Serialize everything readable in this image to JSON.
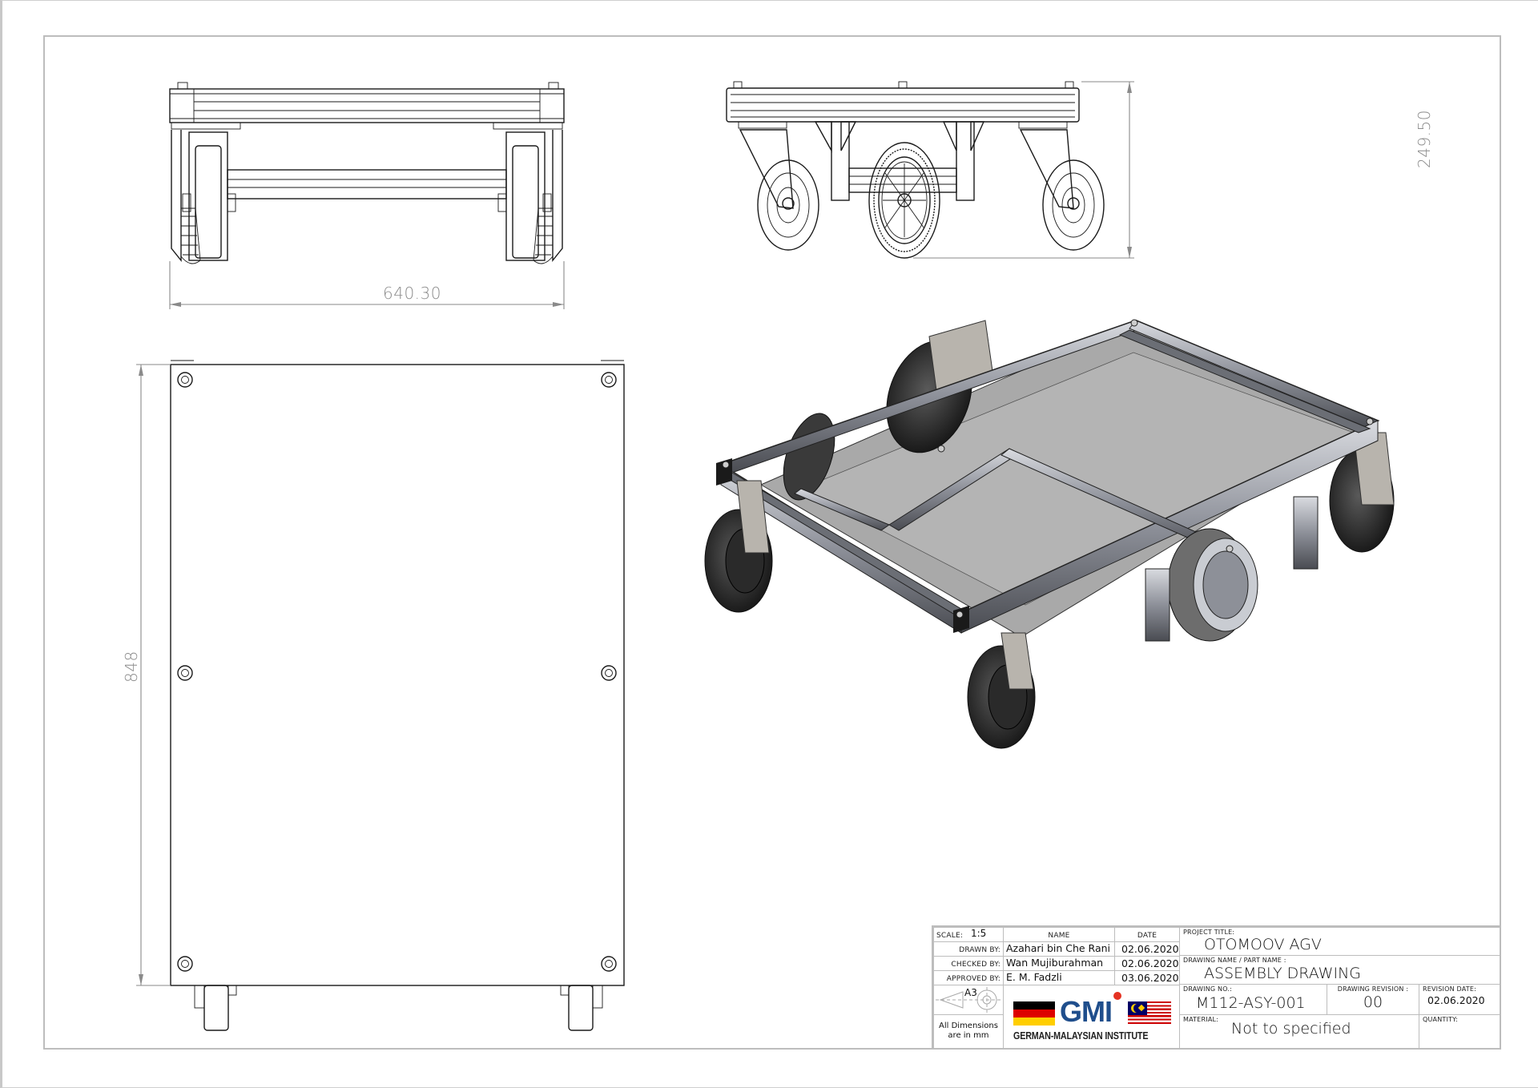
{
  "drawing": {
    "title_block": {
      "scale_label": "SCALE:",
      "scale_value": "1:5",
      "name_header": "NAME",
      "date_header": "DATE",
      "rows": [
        {
          "role": "DRAWN BY:",
          "name": "Azahari bin Che Rani",
          "date": "02.06.2020"
        },
        {
          "role": "CHECKED BY:",
          "name": "Wan Mujiburahman",
          "date": "02.06.2020"
        },
        {
          "role": "APPROVED BY:",
          "name": "E. M. Fadzli",
          "date": "03.06.2020"
        }
      ],
      "sheet_size": "A3",
      "units_note_line1": "All Dimensions",
      "units_note_line2": "are in mm",
      "logo_text": "GMI",
      "institute_name": "GERMAN-MALAYSIAN INSTITUTE",
      "project_title_label": "PROJECT TITLE:",
      "project_title": "OTOMOOV AGV",
      "drawing_name_label": "DRAWING NAME / PART NAME :",
      "drawing_name": "ASSEMBLY DRAWING",
      "drawing_no_label": "DRAWING NO.:",
      "drawing_no": "M112-ASY-001",
      "revision_label": "DRAWING REVISION :",
      "revision": "00",
      "revision_date_label": "REVISION DATE:",
      "revision_date": "02.06.2020",
      "material_label": "MATERIAL:",
      "material": "Not to specified",
      "quantity_label": "QUANTITY:",
      "quantity": ""
    },
    "views": {
      "front_view": {
        "dimension_width": "640.30"
      },
      "side_view": {
        "dimension_height": "249.50"
      },
      "top_view": {
        "dimension_length": "848"
      },
      "isometric_view": {
        "label": ""
      }
    },
    "colors": {
      "frame_border": "#bdbdbd",
      "line": "#1a1a1a",
      "dimension": "#8a8a8a",
      "germany_black": "#000000",
      "germany_red": "#dd0000",
      "germany_gold": "#ffce00",
      "gmi_blue": "#1f4e8c",
      "gmi_dot": "#e53222",
      "malaysia_blue": "#010066",
      "malaysia_red": "#cc0001",
      "malaysia_yellow": "#ffcc00"
    }
  }
}
